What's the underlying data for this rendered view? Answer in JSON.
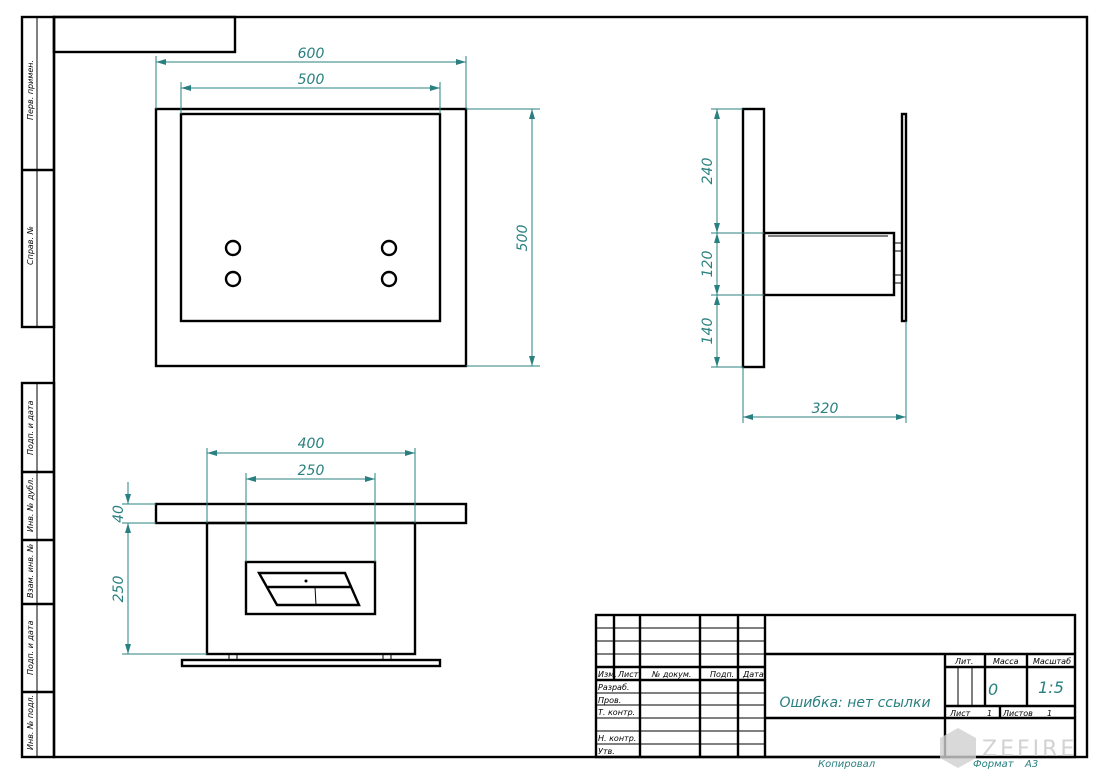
{
  "side_strip": {
    "labels": [
      "Перв. примен.",
      "Справ. №",
      "Подп. и дата",
      "Инв. № дубл.",
      "Взам. инв. №",
      "Подп. и дата",
      "Инв. № подл."
    ]
  },
  "front_view": {
    "width_outer": "600",
    "width_inner": "500",
    "height": "500"
  },
  "side_view": {
    "dim_top": "240",
    "dim_mid": "120",
    "dim_bottom": "140",
    "depth": "320"
  },
  "top_view": {
    "width_body": "400",
    "width_panel": "250",
    "top_thickness": "40",
    "body_height": "250"
  },
  "title_block": {
    "headers": {
      "izm": "Изм.",
      "list": "Лист",
      "doc_no": "№ докум.",
      "sign": "Подп.",
      "date": "Дата"
    },
    "roles": [
      "Разраб.",
      "Пров.",
      "Т. контр.",
      "Н. контр.",
      "Утв."
    ],
    "name": "Ошибка: нет ссылки",
    "lit_label": "Лит.",
    "mass_label": "Масса",
    "scale_label": "Масштаб",
    "mass_value": "0",
    "scale_value": "1:5",
    "sheet_label": "Лист",
    "sheet_value": "1",
    "sheets_label": "Листов",
    "sheets_value": "1",
    "copied_label": "Копировал",
    "format_label": "Формат",
    "format_value": "A3"
  },
  "watermark": "ZEFIRE",
  "colors": {
    "dimension": "#2a8080",
    "line": "#000000"
  }
}
